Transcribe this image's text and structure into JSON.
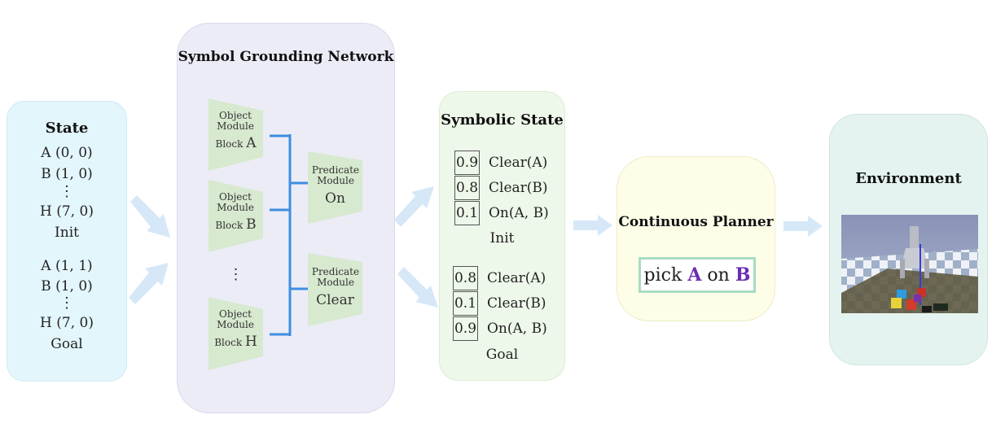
{
  "state": {
    "title": "State",
    "init": [
      "A (0, 0)",
      "B (1, 0)",
      "H (7, 0)"
    ],
    "init_label": "Init",
    "goal": [
      "A (1, 1)",
      "B (1, 0)",
      "H (7, 0)"
    ],
    "goal_label": "Goal"
  },
  "sgn": {
    "title": "Symbol Grounding Network",
    "object_modules": [
      {
        "module": "Object Module",
        "block": "Block",
        "letter": "A"
      },
      {
        "module": "Object Module",
        "block": "Block",
        "letter": "B"
      },
      {
        "module": "Object Module",
        "block": "Block",
        "letter": "H"
      }
    ],
    "predicate_modules": [
      {
        "module": "Predicate Module",
        "name": "On"
      },
      {
        "module": "Predicate Module",
        "name": "Clear"
      }
    ],
    "ellipsis": "⋮"
  },
  "symbolic": {
    "title": "Symbolic State",
    "init": [
      {
        "value": "0.9",
        "predicate": "Clear(A)"
      },
      {
        "value": "0.8",
        "predicate": "Clear(B)"
      },
      {
        "value": "0.1",
        "predicate": "On(A, B)"
      }
    ],
    "init_label": "Init",
    "goal": [
      {
        "value": "0.8",
        "predicate": "Clear(A)"
      },
      {
        "value": "0.1",
        "predicate": "Clear(B)"
      },
      {
        "value": "0.9",
        "predicate": "On(A, B)"
      }
    ],
    "goal_label": "Goal"
  },
  "planner": {
    "title": "Continuous Planner",
    "action": {
      "verb": "pick",
      "obj": "A",
      "prep": "on",
      "target": "B"
    }
  },
  "environment": {
    "title": "Environment"
  },
  "colors": {
    "state_bg": "#e3f6fb",
    "sgn_bg": "#ececf7",
    "symbolic_bg": "#eef8ea",
    "planner_bg": "#fdfde8",
    "env_bg": "#e4f3f0",
    "module_fill": "#d7e9cf",
    "connector": "#3d8ee0",
    "arrow": "#d6e8f7",
    "highlight": "#6a2db0"
  }
}
